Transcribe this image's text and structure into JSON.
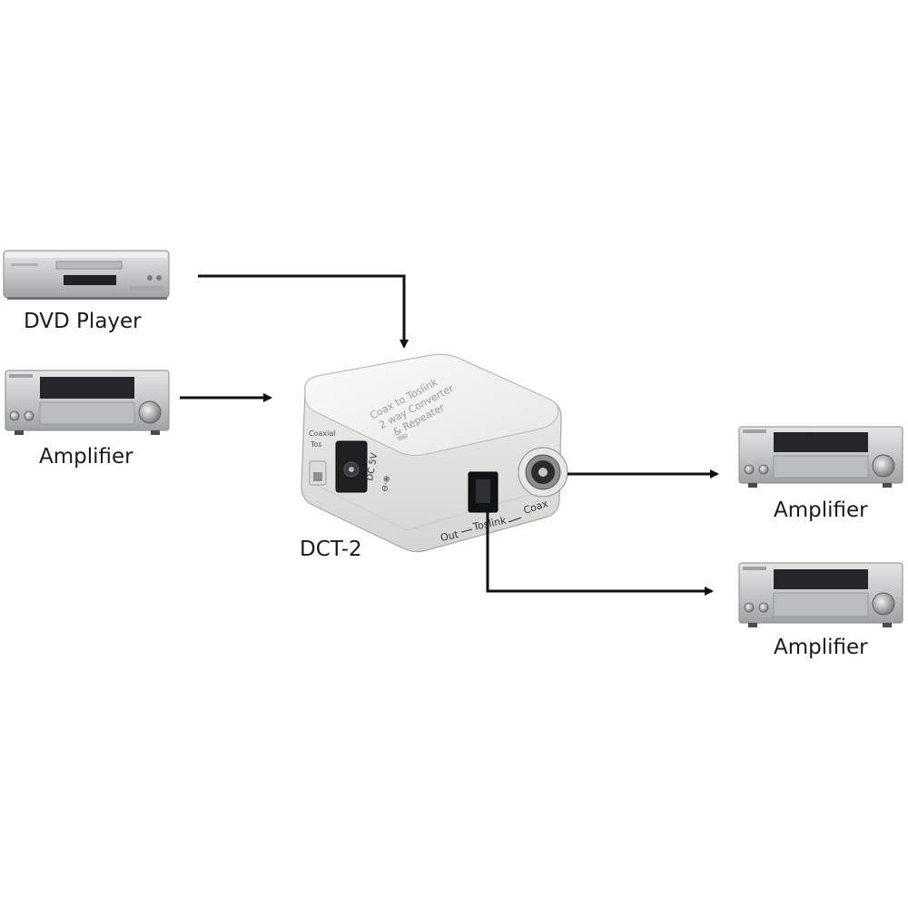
{
  "devices": {
    "dvd_player": {
      "label": "DVD Player"
    },
    "amplifier_source": {
      "label": "Amplifier"
    },
    "converter": {
      "label": "DCT-2",
      "top_text": [
        "Coax to Toslink",
        "2 way Converter",
        "& Repeater"
      ],
      "switch_label": [
        "Coaxial",
        "Tos"
      ],
      "power_label": "DC 5V",
      "port_text_out": "Out",
      "port_text_toslink": "Toslink",
      "port_text_coax": "Coax"
    },
    "amplifier_out_1": {
      "label": "Amplifier"
    },
    "amplifier_out_2": {
      "label": "Amplifier"
    }
  },
  "colors": {
    "arrow": "#111111",
    "device_silver": "#c9cccc",
    "device_dark": "#2a2c2e",
    "converter_body": "#f2f3f1"
  },
  "icons": [
    "dvd-player-icon",
    "amplifier-icon",
    "converter-box-icon",
    "arrow-icon"
  ]
}
